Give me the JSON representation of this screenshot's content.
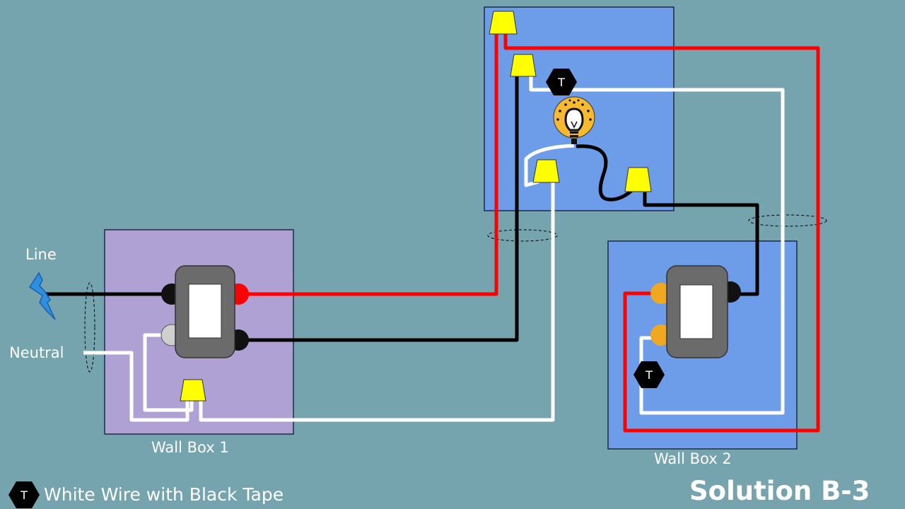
{
  "labels": {
    "line": "Line",
    "neutral": "Neutral",
    "box1": "Wall Box 1",
    "box2": "Wall Box 2",
    "legend": "White Wire with Black Tape",
    "title": "Solution B-3"
  },
  "tape_marker": "T",
  "colors": {
    "background": "#76a4ae",
    "wall_box_1": "#b0a1d4",
    "light_box": "#6d9de8",
    "wall_box_2": "#6d9de8",
    "hot_wire": "#ff0000",
    "black_wire": "#000000",
    "neutral_wire": "#ffffff",
    "wire_nut": "#ffff00",
    "switch_body": "#6b6b6b",
    "traveler_terminal": "#f0a820",
    "common_terminal_red": "#ff0000",
    "bulb": "#f7b92f"
  },
  "icons": [
    "lightning-bolt-icon",
    "light-bulb-icon",
    "wire-nut-icon",
    "tape-marker-icon",
    "three-way-switch-icon"
  ]
}
